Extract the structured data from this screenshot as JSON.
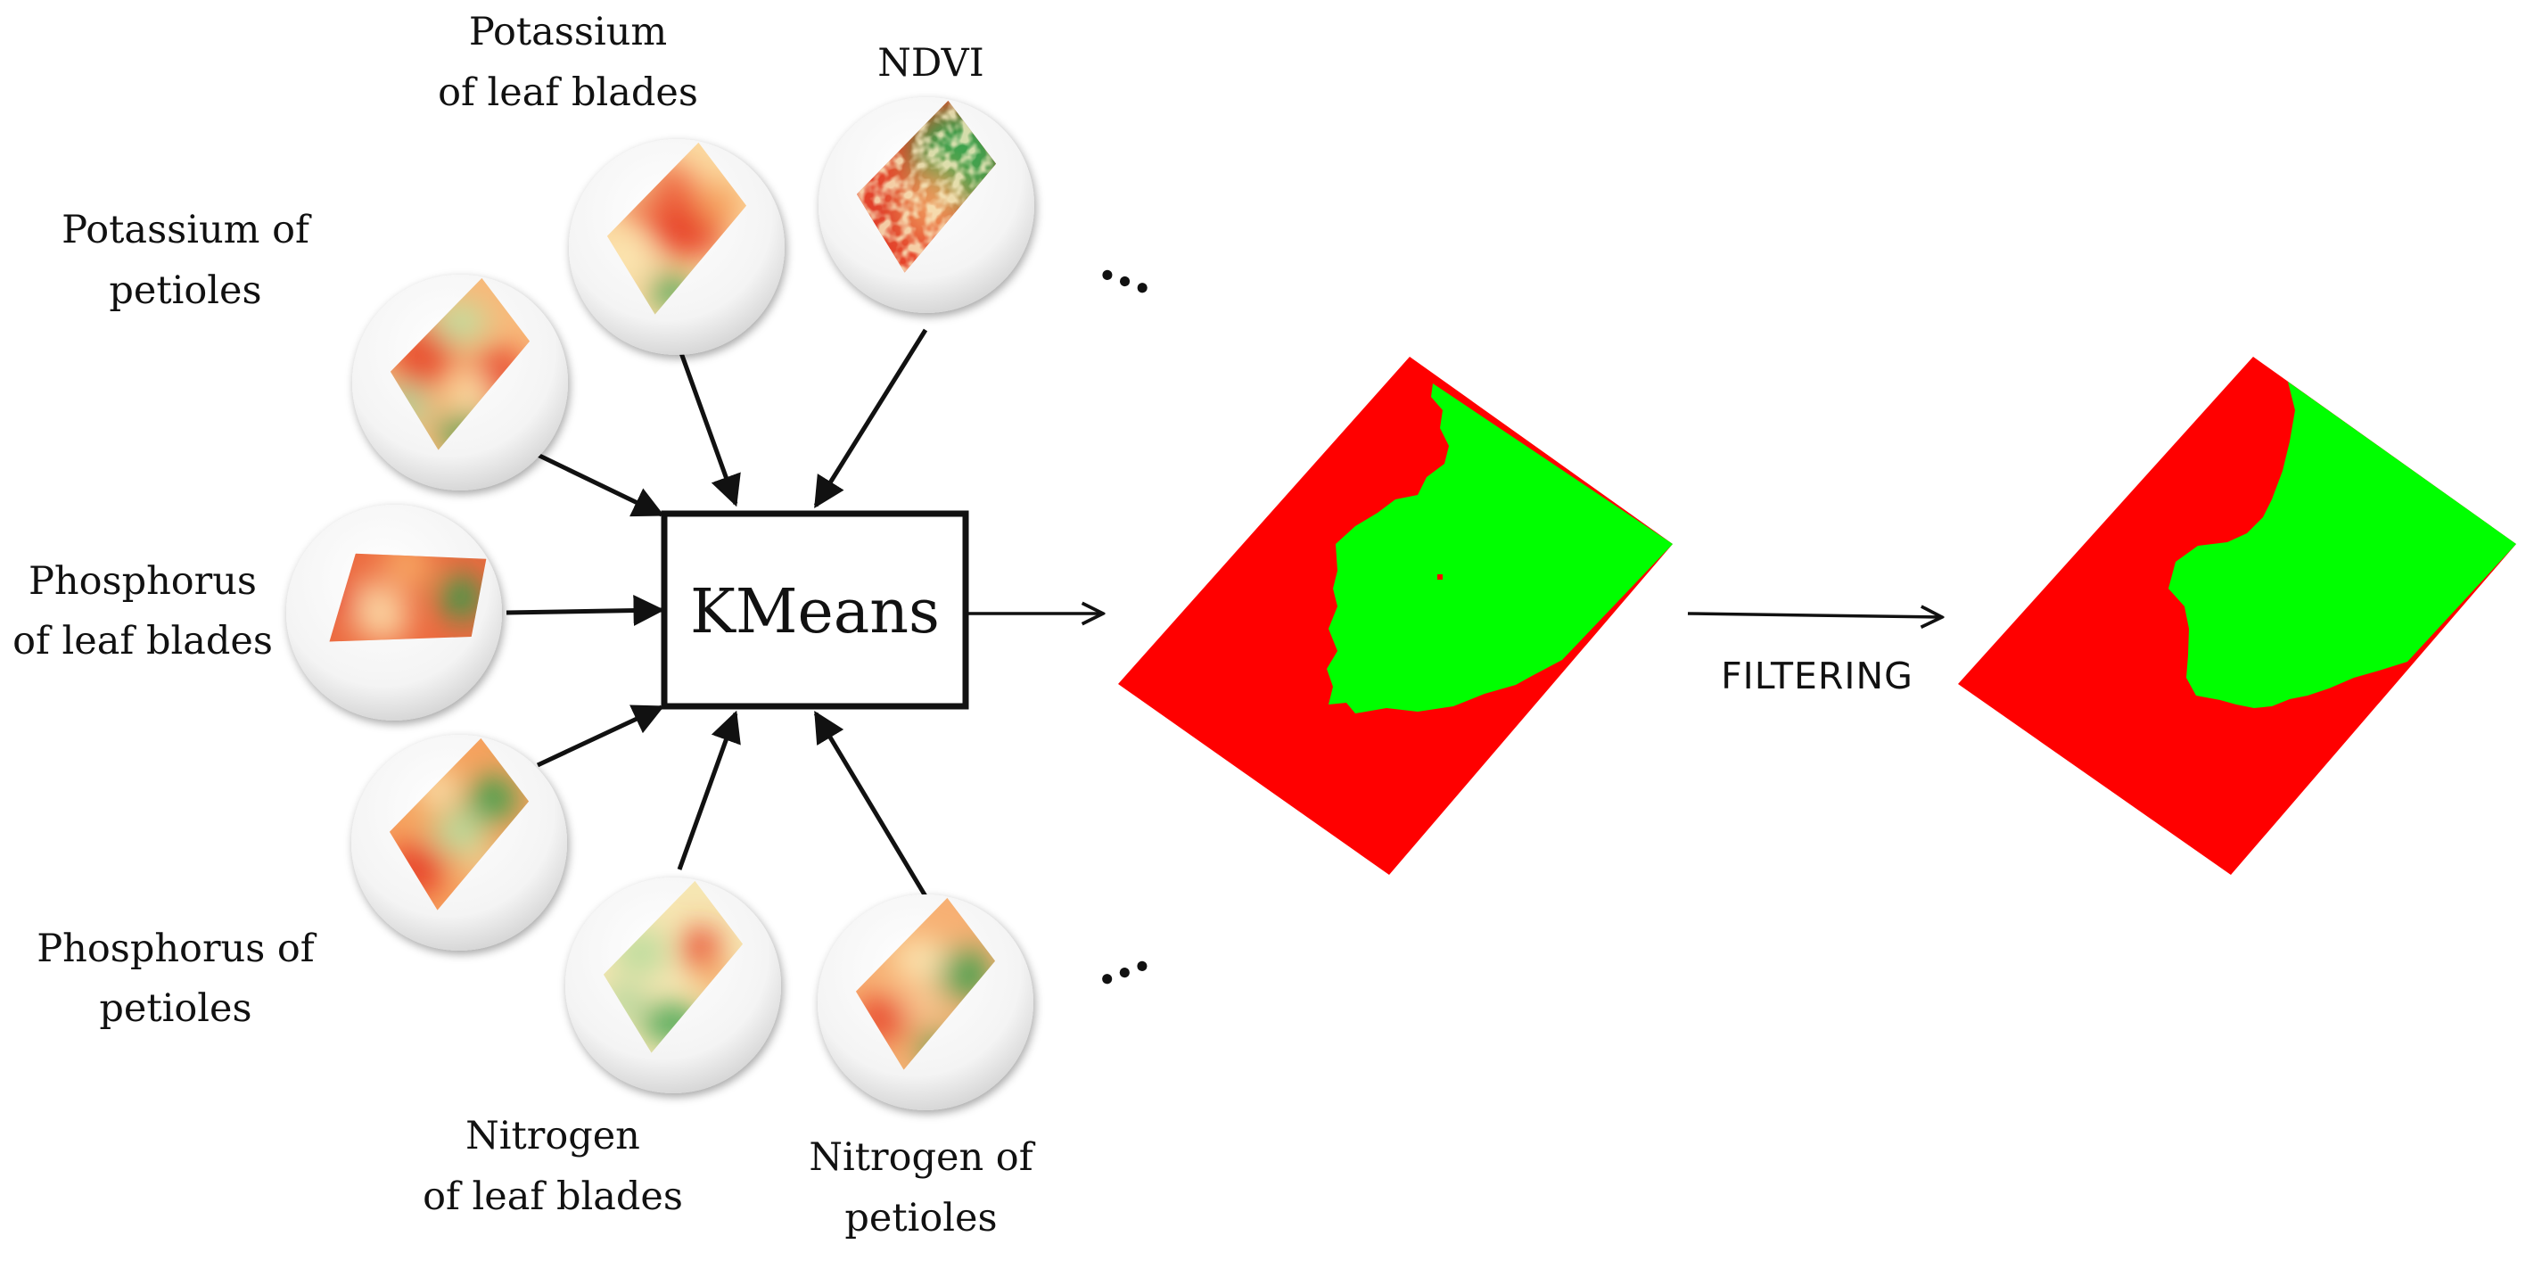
{
  "inputs": {
    "potassium_blades": {
      "line1": "Potassium",
      "line2": "of leaf blades"
    },
    "ndvi": {
      "line1": "NDVI"
    },
    "potassium_petioles": {
      "line1": "Potassium of",
      "line2": "petioles"
    },
    "phosphorus_blades": {
      "line1": "Phosphorus",
      "line2": "of leaf blades"
    },
    "phosphorus_petioles": {
      "line1": "Phosphorus of",
      "line2": "petioles"
    },
    "nitrogen_blades": {
      "line1": "Nitrogen",
      "line2": "of leaf blades"
    },
    "nitrogen_petioles": {
      "line1": "Nitrogen of",
      "line2": "petioles"
    }
  },
  "ellipsis": "...",
  "process": {
    "label": "KMeans"
  },
  "filter_step": {
    "label": "FILTERING"
  },
  "colors": {
    "zone_red": "#ff0000",
    "zone_green": "#00ff00",
    "heat_red": "#e8442a",
    "heat_orange": "#f7a863",
    "heat_cream": "#fbe7b3",
    "heat_green": "#2f9e4a"
  },
  "icons": {
    "input_thumbnail": "heatmap-thumbnail-icon",
    "arrow": "arrow-icon"
  }
}
